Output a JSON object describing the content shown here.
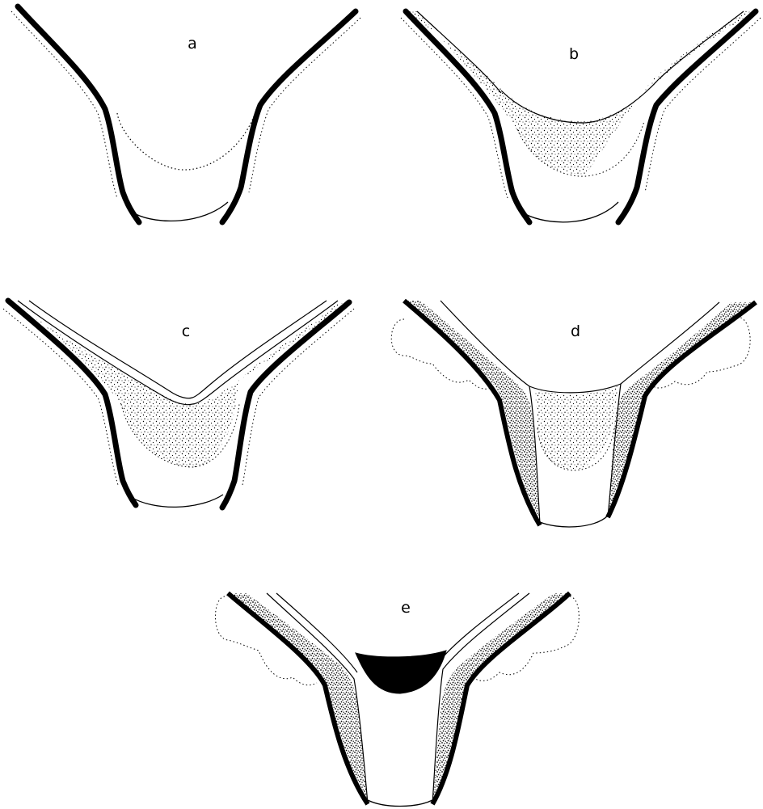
{
  "figure": {
    "panels": [
      {
        "id": "a",
        "label": "a",
        "fill_stage": "none"
      },
      {
        "id": "b",
        "label": "b",
        "fill_stage": "stippled"
      },
      {
        "id": "c",
        "label": "c",
        "fill_stage": "stippled-with-inner-layer"
      },
      {
        "id": "d",
        "label": "d",
        "fill_stage": "stippled-with-split-walls"
      },
      {
        "id": "e",
        "label": "e",
        "fill_stage": "solid-black-core"
      }
    ],
    "colors": {
      "ink": "#000000",
      "stipple": "#000000",
      "background": "#ffffff"
    }
  }
}
